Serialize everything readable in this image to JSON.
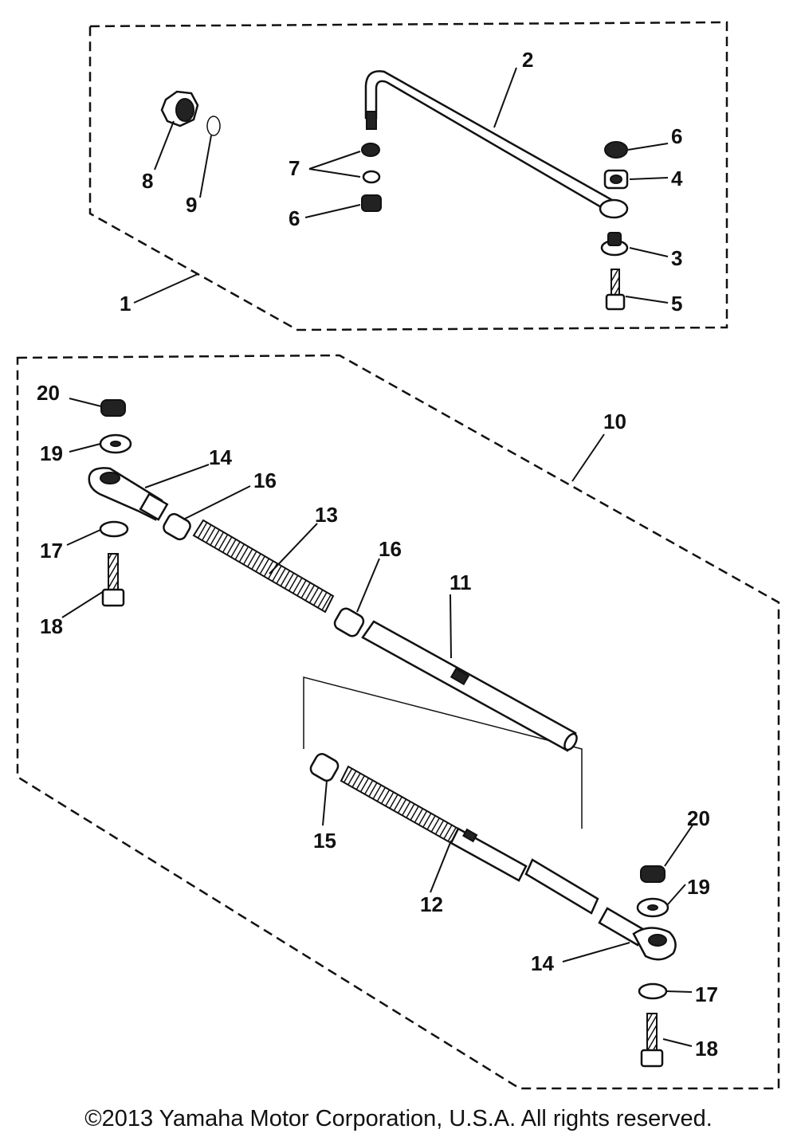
{
  "diagram": {
    "callouts": {
      "p1": "1",
      "p2": "2",
      "p3": "3",
      "p4": "4",
      "p5": "5",
      "p6a": "6",
      "p6b": "6",
      "p7": "7",
      "p8": "8",
      "p9": "9",
      "p10": "10",
      "p11": "11",
      "p12": "12",
      "p13": "13",
      "p14a": "14",
      "p14b": "14",
      "p15": "15",
      "p16a": "16",
      "p16b": "16",
      "p17a": "17",
      "p17b": "17",
      "p18a": "18",
      "p18b": "18",
      "p19a": "19",
      "p19b": "19",
      "p20a": "20",
      "p20b": "20"
    }
  },
  "footer": {
    "copyright": "©2013 Yamaha Motor Corporation, U.S.A. All rights reserved."
  }
}
